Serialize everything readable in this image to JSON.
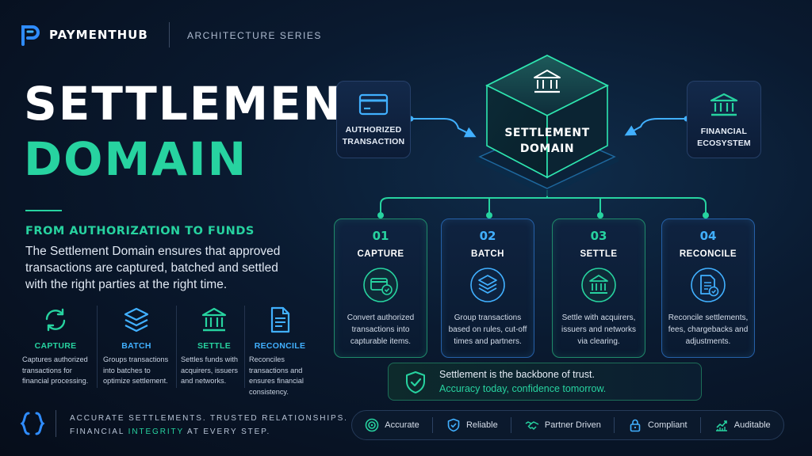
{
  "header": {
    "brand": "PAYMENTHUB",
    "series": "ARCHITECTURE SERIES"
  },
  "hero": {
    "title_line1": "SETTLEMENT",
    "title_line2": "DOMAIN",
    "subtitle": "FROM AUTHORIZATION TO FUNDS",
    "description": "The Settlement Domain ensures that approved transactions are captured, batched and settled with the right parties at the right time."
  },
  "mini_steps": [
    {
      "label": "CAPTURE",
      "text": "Captures authorized transactions for financial processing.",
      "icon": "cycle-icon"
    },
    {
      "label": "BATCH",
      "text": "Groups transactions into batches to optimize settlement.",
      "icon": "layers-icon"
    },
    {
      "label": "SETTLE",
      "text": "Settles funds with acquirers, issuers and networks.",
      "icon": "bank-icon"
    },
    {
      "label": "RECONCILE",
      "text": "Reconciles transactions and ensures financial consistency.",
      "icon": "document-icon"
    }
  ],
  "footer": {
    "line1": "ACCURATE SETTLEMENTS. TRUSTED RELATIONSHIPS.",
    "line2_pre": "FINANCIAL ",
    "line2_hl": "INTEGRITY",
    "line2_post": " AT EVERY STEP."
  },
  "diagram": {
    "left_box": {
      "line1": "AUTHORIZED",
      "line2": "TRANSACTION",
      "icon": "card-icon"
    },
    "right_box": {
      "line1": "FINANCIAL",
      "line2": "ECOSYSTEM",
      "icon": "bank-icon"
    },
    "center": {
      "line1": "SETTLEMENT",
      "line2": "DOMAIN",
      "icon": "bank-icon"
    },
    "steps": [
      {
        "num": "01",
        "title": "CAPTURE",
        "text": "Convert authorized transactions into capturable items.",
        "icon": "card-check-icon"
      },
      {
        "num": "02",
        "title": "BATCH",
        "text": "Group transactions based on rules, cut-off times and partners.",
        "icon": "layers-icon"
      },
      {
        "num": "03",
        "title": "SETTLE",
        "text": "Settle with acquirers, issuers and networks via clearing.",
        "icon": "bank-icon"
      },
      {
        "num": "04",
        "title": "RECONCILE",
        "text": "Reconcile settlements, fees, chargebacks and adjustments.",
        "icon": "document-check-icon"
      }
    ]
  },
  "trust": {
    "line1": "Settlement is the backbone of trust.",
    "line2": "Accuracy today, confidence tomorrow."
  },
  "values": [
    "Accurate",
    "Reliable",
    "Partner Driven",
    "Compliant",
    "Auditable"
  ],
  "colors": {
    "accent_green": "#27d3a0",
    "accent_blue": "#41b0ff",
    "background": "#0a1a30"
  }
}
